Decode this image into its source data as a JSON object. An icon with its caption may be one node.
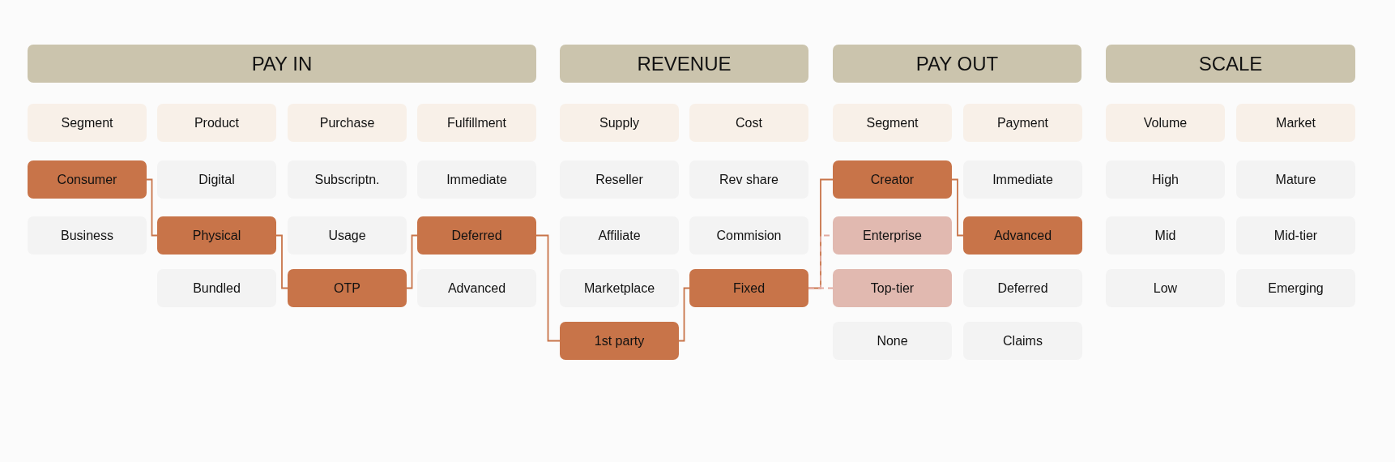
{
  "diagram": {
    "nodes": [
      {
        "text": [
          "PAY IN"
        ]
      },
      {
        "text": [
          "REVENUE"
        ]
      },
      {
        "text": [
          "PAY OUT"
        ]
      },
      {
        "text": [
          "SCALE"
        ]
      },
      {
        "text": [
          "Segment"
        ]
      },
      {
        "text": [
          "Product"
        ]
      },
      {
        "text": [
          "Purchase"
        ]
      },
      {
        "text": [
          "Fulfillment"
        ]
      },
      {
        "text": [
          "Supply"
        ]
      },
      {
        "text": [
          "Cost"
        ]
      },
      {
        "text": [
          "Segment"
        ]
      },
      {
        "text": [
          "Payment"
        ]
      },
      {
        "text": [
          "Volume"
        ]
      },
      {
        "text": [
          "Market"
        ]
      },
      {
        "text": [
          "Consumer"
        ]
      },
      {
        "text": [
          "Digital"
        ]
      },
      {
        "text": [
          "Subscriptn."
        ]
      },
      {
        "text": [
          "Immediate"
        ]
      },
      {
        "text": [
          "Reseller"
        ]
      },
      {
        "text": [
          "Rev share"
        ]
      },
      {
        "text": [
          "Creator"
        ]
      },
      {
        "text": [
          "Immediate"
        ]
      },
      {
        "text": [
          "High"
        ]
      },
      {
        "text": [
          "Mature"
        ]
      },
      {
        "text": [
          "Business"
        ]
      },
      {
        "text": [
          "Physical"
        ]
      },
      {
        "text": [
          "Usage"
        ]
      },
      {
        "text": [
          "Deferred"
        ]
      },
      {
        "text": [
          "Affiliate"
        ]
      },
      {
        "text": [
          "Commision"
        ]
      },
      {
        "text": [
          "Enterprise"
        ]
      },
      {
        "text": [
          "Advanced"
        ]
      },
      {
        "text": [
          "Mid"
        ]
      },
      {
        "text": [
          "Mid-tier"
        ]
      },
      {
        "text": [
          "Bundled"
        ]
      },
      {
        "text": [
          "OTP"
        ]
      },
      {
        "text": [
          "Advanced"
        ]
      },
      {
        "text": [
          "Marketplace"
        ]
      },
      {
        "text": [
          "Fixed"
        ]
      },
      {
        "text": [
          "Top-tier"
        ]
      },
      {
        "text": [
          "Deferred"
        ]
      },
      {
        "text": [
          "Low"
        ]
      },
      {
        "text": [
          "Emerging"
        ]
      },
      {
        "text": [
          "1st party"
        ]
      },
      {
        "text": [
          "None"
        ]
      },
      {
        "text": [
          "Claims"
        ]
      }
    ],
    "edges": [
      {
        "from": 14,
        "to": 25,
        "arrow": "none"
      },
      {
        "from": 25,
        "to": 35,
        "arrow": "none"
      },
      {
        "from": 35,
        "to": 27,
        "arrow": "none"
      },
      {
        "from": 27,
        "to": 43,
        "arrow": "none"
      },
      {
        "from": 43,
        "to": 38,
        "arrow": "none"
      },
      {
        "from": 38,
        "to": 20,
        "arrow": "none"
      },
      {
        "from": 38,
        "to": 30,
        "arrow": "none",
        "style": "dashed",
        "color": "#e3aaa0"
      },
      {
        "from": 38,
        "to": 39,
        "arrow": "none",
        "style": "dashed",
        "color": "#e3aaa0"
      },
      {
        "from": 20,
        "to": 31,
        "arrow": "none"
      }
    ]
  }
}
